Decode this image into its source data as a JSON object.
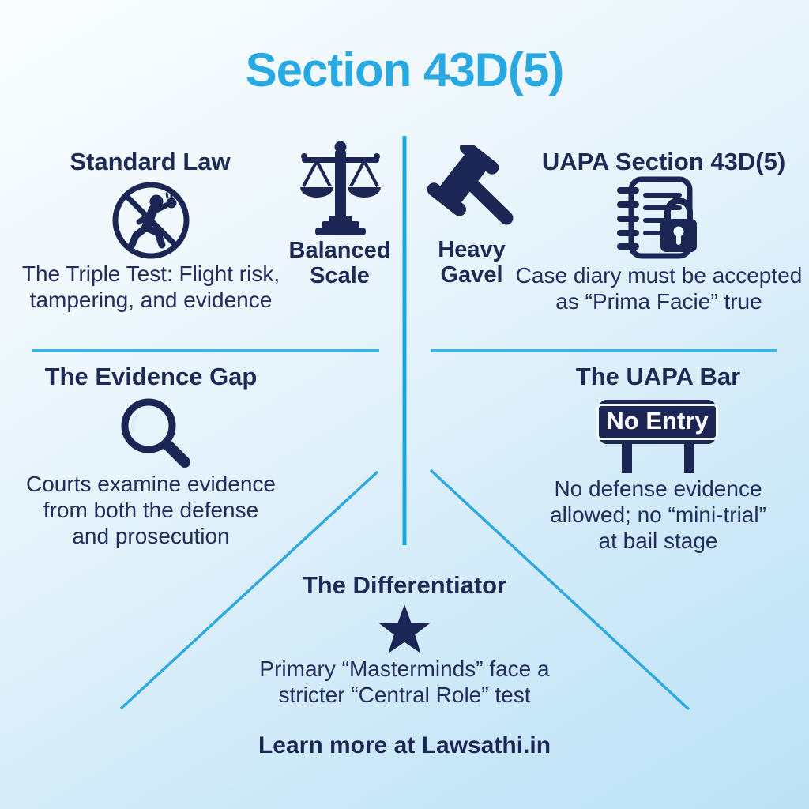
{
  "title": "Section 43D(5)",
  "colors": {
    "accent": "#29a9e1",
    "navy": "#1e2a56",
    "background_top": "#f9fdfe",
    "background_bottom": "#bce2f6",
    "sign_text_color": "#ffffff"
  },
  "sections": {
    "standard_law": {
      "heading": "Standard Law",
      "icon": "no-flight-risk-icon",
      "body": "The Triple Test: Flight risk,\ntampering, and evidence",
      "scale_icon": "balanced-scale-icon",
      "scale_label": "Balanced\nScale"
    },
    "uapa_section": {
      "heading": "UAPA Section 43D(5)",
      "gavel_icon": "heavy-gavel-icon",
      "gavel_label": "Heavy\nGavel",
      "diary_icon": "locked-case-diary-icon",
      "body": "Case diary must be accepted\nas “Prima Facie” true"
    },
    "evidence_gap": {
      "heading": "The Evidence Gap",
      "icon": "magnifying-glass-icon",
      "body": "Courts examine evidence\nfrom both the defense\nand prosecution"
    },
    "uapa_bar": {
      "heading": "The UAPA Bar",
      "icon": "no-entry-sign-icon",
      "sign_text": "No Entry",
      "body": "No defense evidence\nallowed; no “mini-trial”\nat bail stage"
    },
    "differentiator": {
      "heading": "The Differentiator",
      "icon": "star-icon",
      "body": "Primary “Masterminds” face a\nstricter “Central Role” test"
    }
  },
  "footer": {
    "text": "Learn more at Lawsathi.in"
  }
}
